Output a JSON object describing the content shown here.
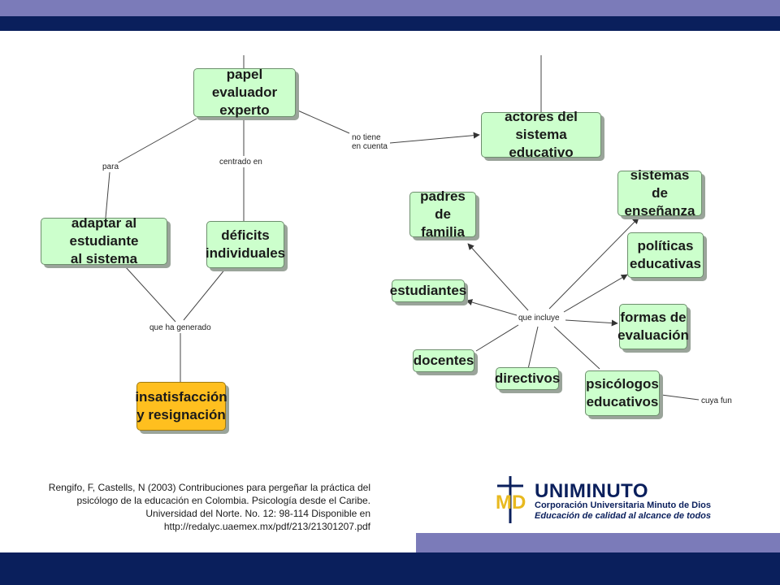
{
  "diagram": {
    "nodes": {
      "papel_evaluador": "papel evaluador\nexperto",
      "adaptar": "adaptar al estudiante\nal sistema",
      "deficits": "déficits\nindividuales",
      "insatisfaccion": "insatisfacción\ny resignación",
      "actores": "actores del sistema\neducativo",
      "padres": "padres de\nfamilia",
      "sistemas": "sistemas\nde enseñanza",
      "politicas": "políticas\neducativas",
      "estudiantes": "estudiantes",
      "formas": "formas de\nevaluación",
      "docentes": "docentes",
      "directivos": "directivos",
      "psicologos": "psicólogos\neducativos"
    },
    "labels": {
      "para": "para",
      "centrado_en": "centrado en",
      "no_tiene": "no tiene\nen cuenta",
      "que_ha_generado": "que ha generado",
      "que_incluye": "que incluye",
      "cuya_fun": "cuya fun"
    },
    "colors": {
      "node_green": "#ccffcc",
      "node_orange": "#ffbf1f",
      "band_dark": "#0a1f5c",
      "band_light": "#7b7bb9"
    }
  },
  "citation": {
    "line1": "Rengifo, F, Castells, N (2003)  Contribuciones para pergeñar la práctica del",
    "line2": "psicólogo de la educación en Colombia. Psicología desde el Caribe.",
    "line3": "Universidad del Norte. No. 12: 98-114   Disponible en",
    "line4": "http://redalyc.uaemex.mx/pdf/213/21301207.pdf"
  },
  "logo": {
    "mark": "MD",
    "name": "UNIMINUTO",
    "subtitle": "Corporación Universitaria Minuto de Dios",
    "tagline": "Educación de calidad al alcance de todos"
  }
}
